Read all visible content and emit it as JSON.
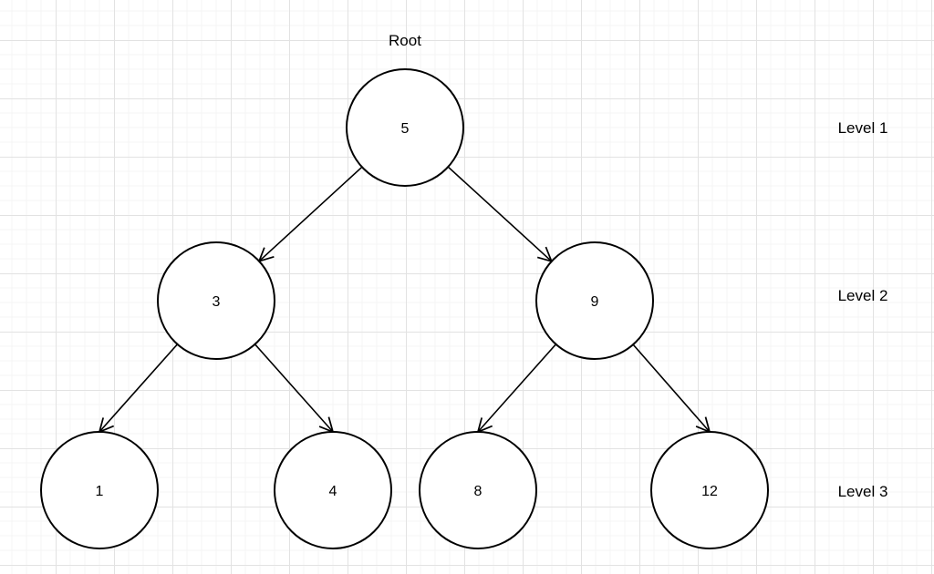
{
  "tree": {
    "root_label": "Root",
    "nodes": [
      {
        "id": "n5",
        "value": "5",
        "level": 1
      },
      {
        "id": "n3",
        "value": "3",
        "level": 2
      },
      {
        "id": "n9",
        "value": "9",
        "level": 2
      },
      {
        "id": "n1",
        "value": "1",
        "level": 3
      },
      {
        "id": "n4",
        "value": "4",
        "level": 3
      },
      {
        "id": "n8",
        "value": "8",
        "level": 3
      },
      {
        "id": "n12",
        "value": "12",
        "level": 3
      }
    ],
    "edges": [
      {
        "from": "5",
        "to": "3"
      },
      {
        "from": "5",
        "to": "9"
      },
      {
        "from": "3",
        "to": "1"
      },
      {
        "from": "3",
        "to": "4"
      },
      {
        "from": "9",
        "to": "8"
      },
      {
        "from": "9",
        "to": "12"
      }
    ],
    "level_labels": [
      "Level 1",
      "Level 2",
      "Level 3"
    ],
    "colors": {
      "node_stroke": "#000000",
      "node_fill": "#ffffff",
      "edge": "#000000",
      "text": "#000000",
      "canvas": "#ffffff",
      "grid_minor": "#f4f4f4",
      "grid_major": "#e2e2e2"
    }
  }
}
